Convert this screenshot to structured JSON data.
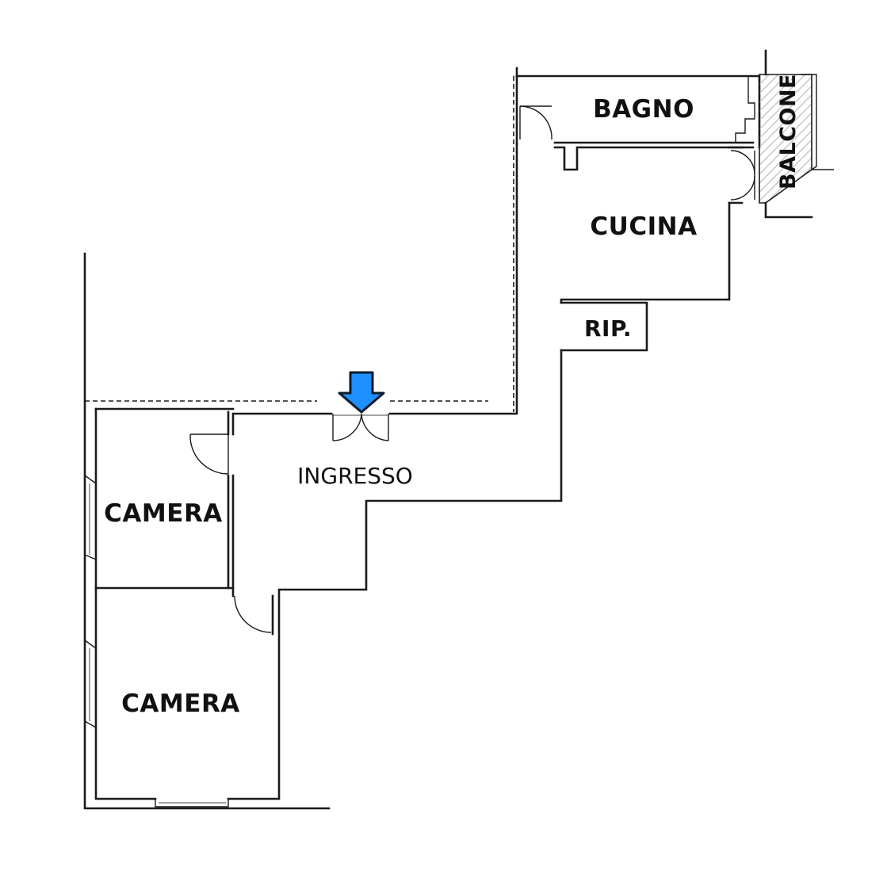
{
  "rooms": {
    "bagno": "BAGNO",
    "balcone": "BALCONE",
    "cucina": "CUCINA",
    "rip": "RIP.",
    "ingresso": "INGRESSO",
    "camera_top": "CAMERA",
    "camera_bottom": "CAMERA"
  },
  "colors": {
    "entrance_arrow": "#1e90ff",
    "wall": "#1a1a1a",
    "balcony_hatch": "#bdbdbd"
  },
  "icons": {
    "entrance": "down-arrow-icon"
  }
}
